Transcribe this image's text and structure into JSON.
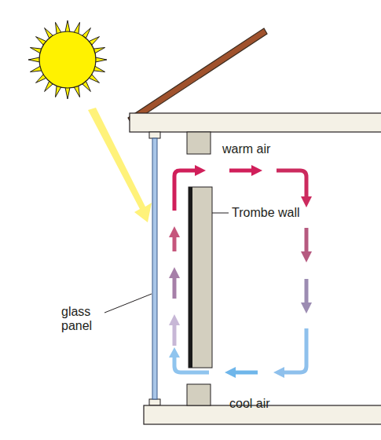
{
  "diagram": {
    "labels": [
      "warm air",
      "Trombe wall",
      "glass panel",
      "cool air"
    ]
  }
}
